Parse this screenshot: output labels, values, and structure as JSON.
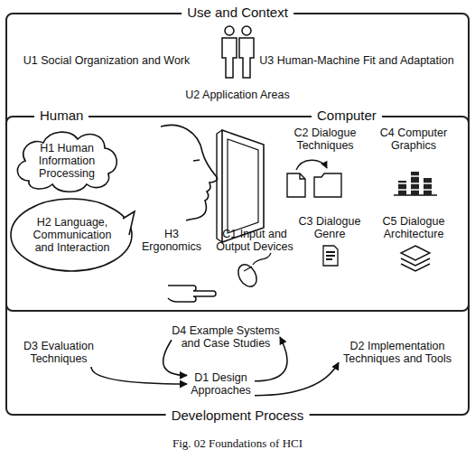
{
  "diagram": {
    "caption": "Fig. 02 Foundations of HCI",
    "nodes": [
      {
        "text": [
          "Use and Context",
          "Development Process"
        ]
      },
      {
        "text": [
          "Human",
          "Computer"
        ],
        "in": 0
      },
      {
        "text": [
          "H1 Human Information Processing"
        ],
        "in": 1
      },
      {
        "text": [
          "H2 Language, Communication and Interaction"
        ],
        "in": 1
      },
      {
        "text": [
          "D4 Example Systems and Case Studies"
        ],
        "in": 0
      },
      {
        "text": [
          "D3 Evaluation Techniques"
        ],
        "in": 0
      },
      {
        "text": [
          "D2 Implementation Techniques and Tools"
        ],
        "in": 0
      },
      {
        "text": [
          "D1 Design Approaches"
        ],
        "in": 0
      }
    ],
    "edges": [
      {
        "from": 5,
        "to": 7,
        "arrow": "to"
      },
      {
        "from": 7,
        "to": 4,
        "arrow": "to"
      },
      {
        "from": 4,
        "to": 7,
        "arrow": "to"
      },
      {
        "from": 7,
        "to": 6,
        "arrow": "to"
      }
    ],
    "labels": [
      "U1 Social Organization and Work",
      "U3 Human-Machine Fit and Adaptation",
      "U2 Application Areas",
      "C2 Dialogue Techniques",
      "C4 Computer Graphics",
      "H3 Ergonomics",
      "C1 Input and Output Devices",
      "C3 Dialogue Genre",
      "C5 Dialogue Architecture"
    ]
  }
}
